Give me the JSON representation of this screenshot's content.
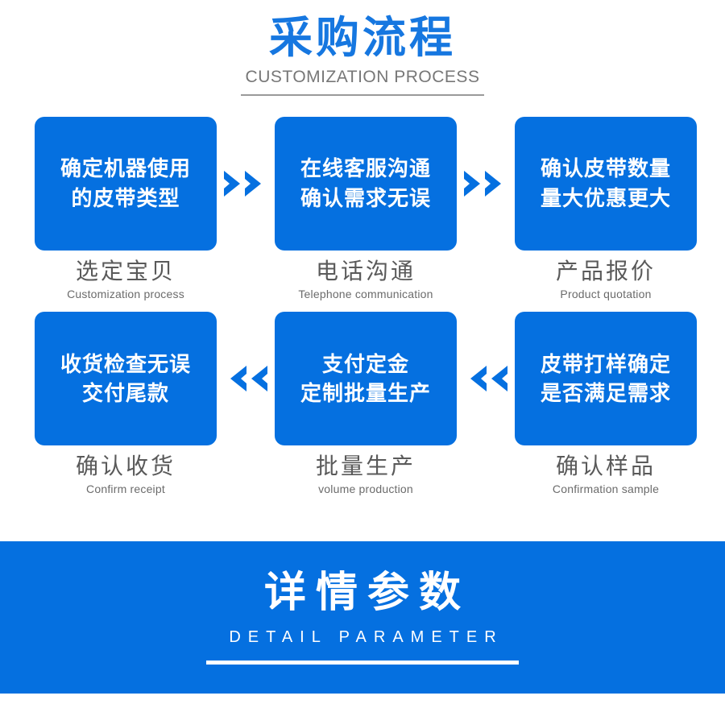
{
  "header": {
    "title_cn": "采购流程",
    "title_en": "CUSTOMIZATION PROCESS"
  },
  "colors": {
    "brand_blue": "#0570e0",
    "title_blue": "#1677e0",
    "caption_gray": "#5a5a5a",
    "subtitle_gray": "#777777",
    "white": "#ffffff"
  },
  "flow": {
    "row1": {
      "steps": [
        {
          "box_lines": [
            "确定机器使用",
            "的皮带类型"
          ],
          "caption_cn": "选定宝贝",
          "caption_en": "Customization process"
        },
        {
          "box_lines": [
            "在线客服沟通",
            "确认需求无误"
          ],
          "caption_cn": "电话沟通",
          "caption_en": "Telephone communication"
        },
        {
          "box_lines": [
            "确认皮带数量",
            "量大优惠更大"
          ],
          "caption_cn": "产品报价",
          "caption_en": "Product quotation"
        }
      ],
      "arrows": [
        {
          "direction": "right",
          "glyph": ">>"
        },
        {
          "direction": "right",
          "glyph": ">>"
        }
      ]
    },
    "row2": {
      "steps": [
        {
          "box_lines": [
            "收货检查无误",
            "交付尾款"
          ],
          "caption_cn": "确认收货",
          "caption_en": "Confirm receipt"
        },
        {
          "box_lines": [
            "支付定金",
            "定制批量生产"
          ],
          "caption_cn": "批量生产",
          "caption_en": "volume production"
        },
        {
          "box_lines": [
            "皮带打样确定",
            "是否满足需求"
          ],
          "caption_cn": "确认样品",
          "caption_en": "Confirmation sample"
        }
      ],
      "arrows": [
        {
          "direction": "left",
          "glyph": "<<"
        },
        {
          "direction": "left",
          "glyph": "<<"
        }
      ]
    }
  },
  "banner": {
    "title_cn": "详情参数",
    "title_en": "DETAIL PARAMETER"
  }
}
